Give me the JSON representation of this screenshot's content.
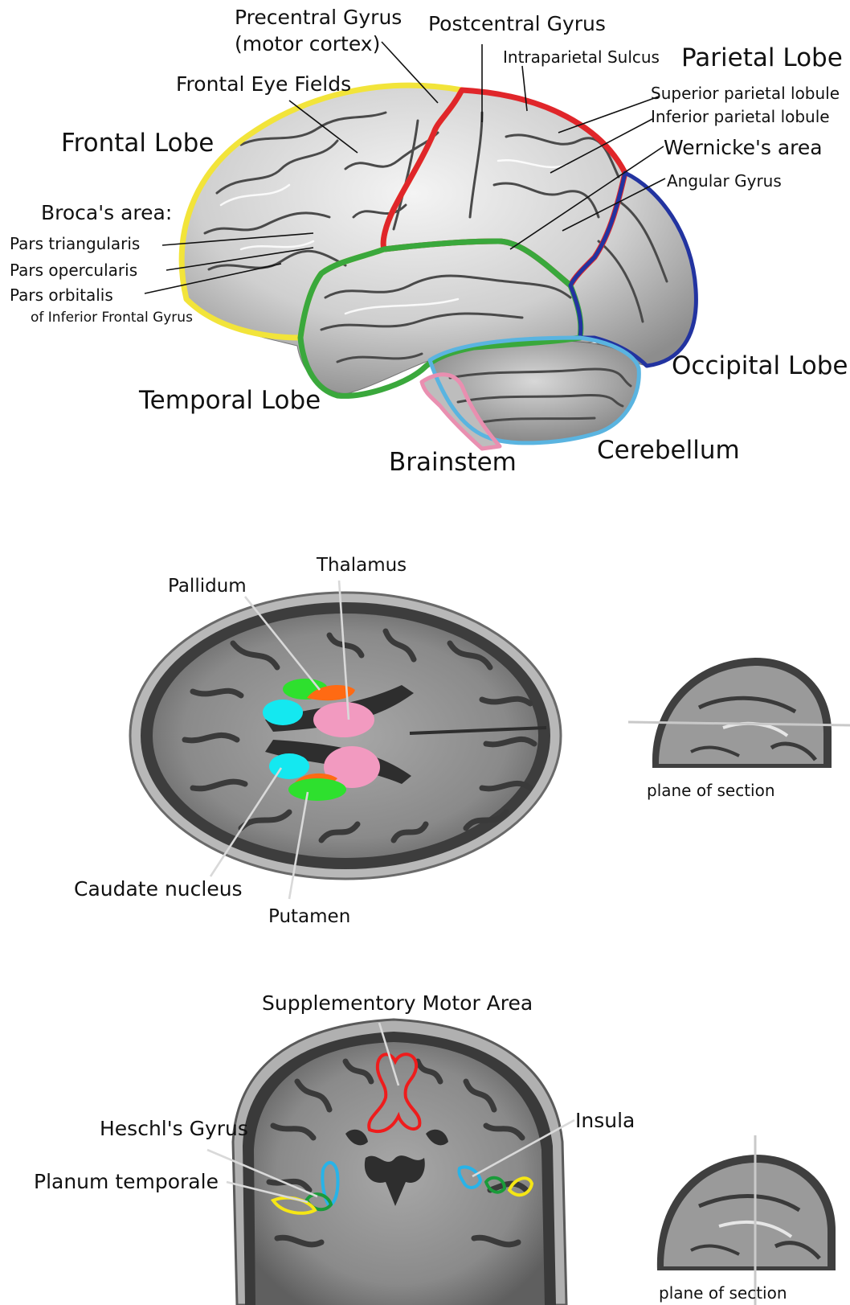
{
  "lateral_view": {
    "lobes": {
      "frontal": "Frontal Lobe",
      "parietal": "Parietal Lobe",
      "temporal": "Temporal Lobe",
      "occipital": "Occipital Lobe",
      "cerebellum": "Cerebellum",
      "brainstem": "Brainstem"
    },
    "labels": {
      "precentral_1": "Precentral Gyrus",
      "precentral_2": "(motor cortex)",
      "postcentral": "Postcentral Gyrus",
      "intraparietal": "Intraparietal Sulcus",
      "frontal_eye": "Frontal Eye Fields",
      "superior_parietal": "Superior parietal lobule",
      "inferior_parietal": "Inferior parietal lobule",
      "wernicke": "Wernicke's area",
      "angular": "Angular Gyrus",
      "broca": "Broca's area:",
      "pars_tri": "Pars triangularis",
      "pars_oper": "Pars opercularis",
      "pars_orb": "Pars orbitalis",
      "inferior_frontal": "of Inferior Frontal Gyrus"
    },
    "colors": {
      "frontal": "#f2e43a",
      "parietal": "#e0262a",
      "temporal": "#3aa83c",
      "occipital": "#2233a0",
      "cerebellum": "#5ab4e0",
      "brainstem": "#e98fb0"
    }
  },
  "axial_view": {
    "labels": {
      "thalamus": "Thalamus",
      "pallidum": "Pallidum",
      "caudate": "Caudate nucleus",
      "putamen": "Putamen",
      "plane": "plane of section"
    },
    "colors": {
      "pallidum": "#2ee02e",
      "putamen": "#ff6a13",
      "caudate": "#14e8f0",
      "thalamus": "#f29ac0"
    }
  },
  "coronal_view": {
    "labels": {
      "sma": "Supplementory Motor Area",
      "heschl": "Heschl's Gyrus",
      "planum": "Planum temporale",
      "insula": "Insula",
      "plane": "plane of section"
    },
    "colors": {
      "sma": "#ee1c1c",
      "heschl": "#1a9b3a",
      "planum": "#f5e615",
      "insula": "#28b3e8"
    }
  }
}
